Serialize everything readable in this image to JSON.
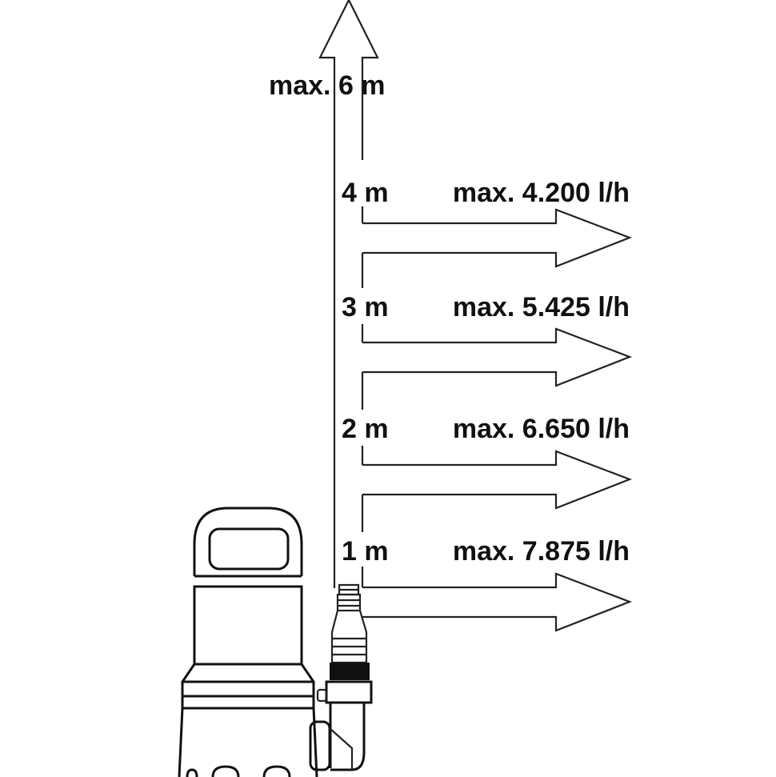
{
  "diagram": {
    "max_height_label": "max. 6 m",
    "levels": [
      {
        "height": "4 m",
        "flow": "max. 4.200 l/h"
      },
      {
        "height": "3 m",
        "flow": "max. 5.425 l/h"
      },
      {
        "height": "2 m",
        "flow": "max. 6.650 l/h"
      },
      {
        "height": "1 m",
        "flow": "max. 7.875 l/h"
      }
    ]
  }
}
